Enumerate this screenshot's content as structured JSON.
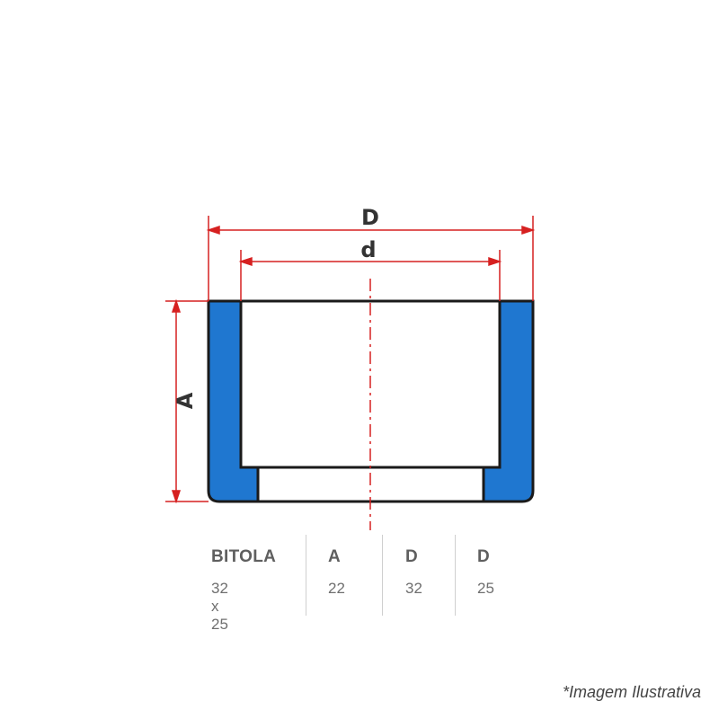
{
  "dimensions": {
    "outer_diameter_label": "D",
    "inner_diameter_label": "d",
    "height_label": "A"
  },
  "colors": {
    "wall": "#1f77d0",
    "outline": "#1a1a1a",
    "dimension_line": "#d62020"
  },
  "table": {
    "headers": [
      "BITOLA",
      "A",
      "D",
      "D"
    ],
    "row": [
      "32 x 25",
      "22",
      "32",
      "25"
    ]
  },
  "note": "*Imagem Ilustrativa"
}
